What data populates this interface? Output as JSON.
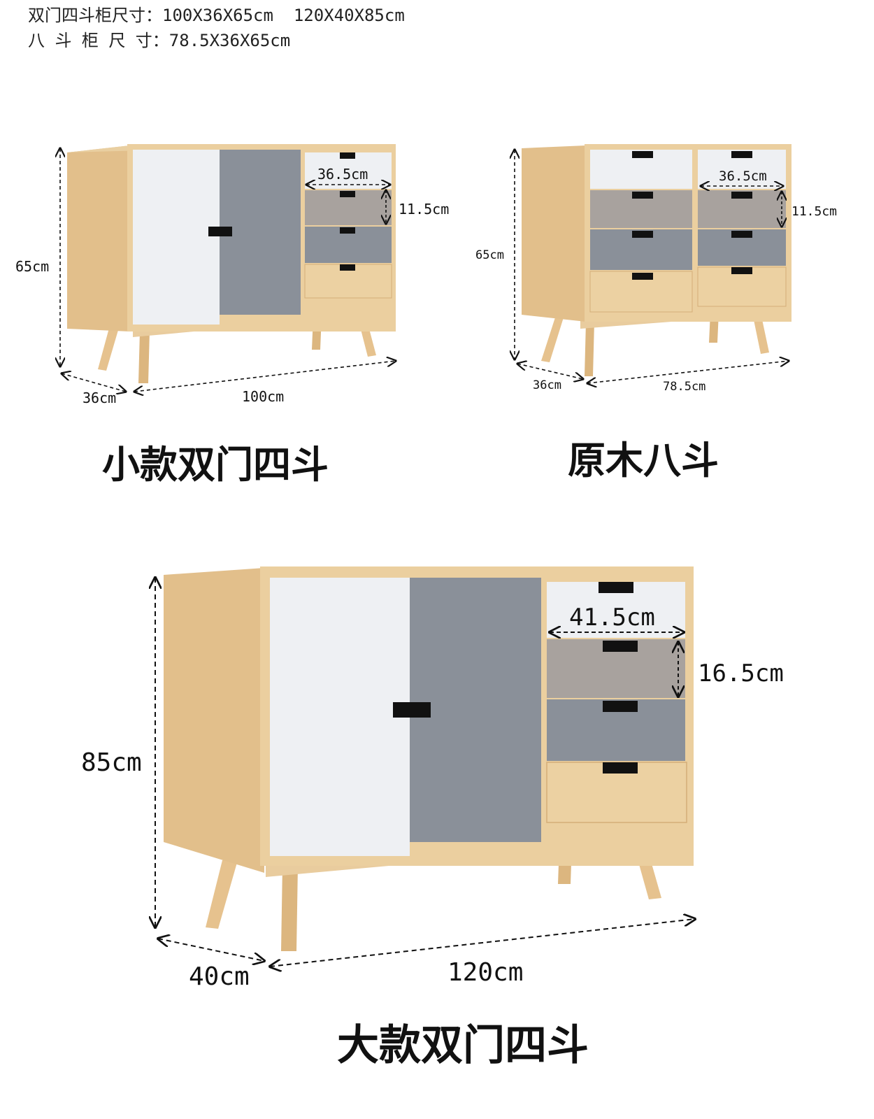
{
  "header": {
    "line1": "双门四斗柜尺寸：100X36X65cm  120X40X85cm",
    "line2": "八 斗 柜 尺 寸：78.5X36X65cm"
  },
  "small": {
    "caption": "小款双门四斗",
    "height": "65cm",
    "depth": "36cm",
    "width": "100cm",
    "drawer_width": "36.5cm",
    "drawer_height": "11.5cm"
  },
  "eight": {
    "caption": "原木八斗",
    "height": "65cm",
    "depth": "36cm",
    "width": "78.5cm",
    "drawer_width": "36.5cm",
    "drawer_height": "11.5cm"
  },
  "large": {
    "caption": "大款双门四斗",
    "height": "85cm",
    "depth": "40cm",
    "width": "120cm",
    "drawer_width": "41.5cm",
    "drawer_height": "16.5cm"
  },
  "colors": {
    "wood": "#e8c795",
    "wood_dark": "#d4ae78",
    "white_panel": "#eef0f3",
    "gray_blue": "#8a9099",
    "taupe": "#a8a29e",
    "handle": "#111111"
  }
}
